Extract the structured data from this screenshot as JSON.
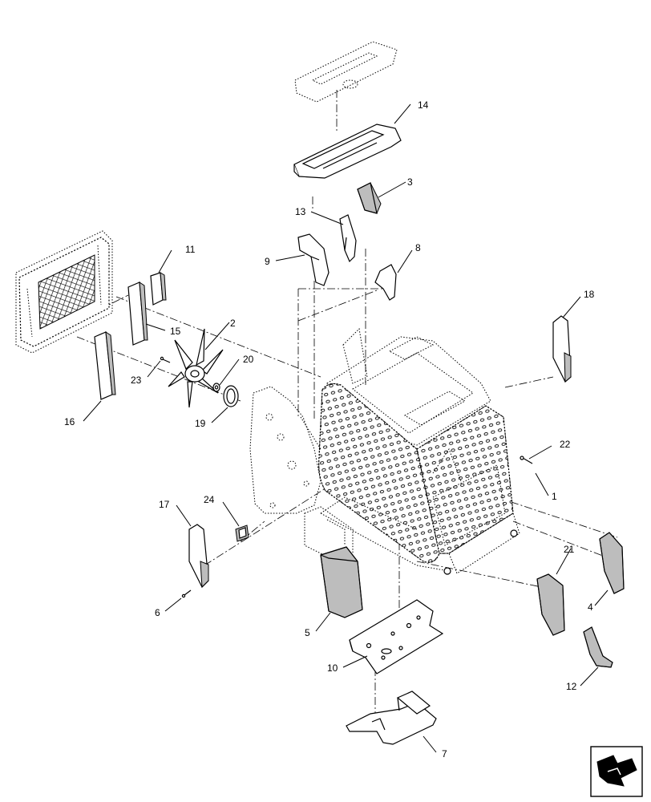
{
  "callouts": [
    {
      "id": "c14",
      "text": "14"
    },
    {
      "id": "c3",
      "text": "3"
    },
    {
      "id": "c13",
      "text": "13"
    },
    {
      "id": "c9",
      "text": "9"
    },
    {
      "id": "c8",
      "text": "8"
    },
    {
      "id": "c11",
      "text": "11"
    },
    {
      "id": "c15",
      "text": "15"
    },
    {
      "id": "c2",
      "text": "2"
    },
    {
      "id": "c23",
      "text": "23"
    },
    {
      "id": "c20",
      "text": "20"
    },
    {
      "id": "c16",
      "text": "16"
    },
    {
      "id": "c19",
      "text": "19"
    },
    {
      "id": "c18",
      "text": "18"
    },
    {
      "id": "c22",
      "text": "22"
    },
    {
      "id": "c1",
      "text": "1"
    },
    {
      "id": "c17",
      "text": "17"
    },
    {
      "id": "c24",
      "text": "24"
    },
    {
      "id": "c6",
      "text": "6"
    },
    {
      "id": "c5",
      "text": "5"
    },
    {
      "id": "c21",
      "text": "21"
    },
    {
      "id": "c4",
      "text": "4"
    },
    {
      "id": "c10",
      "text": "10"
    },
    {
      "id": "c12",
      "text": "12"
    },
    {
      "id": "c7",
      "text": "7"
    }
  ],
  "nav_icon": "next-page-arrow-icon"
}
